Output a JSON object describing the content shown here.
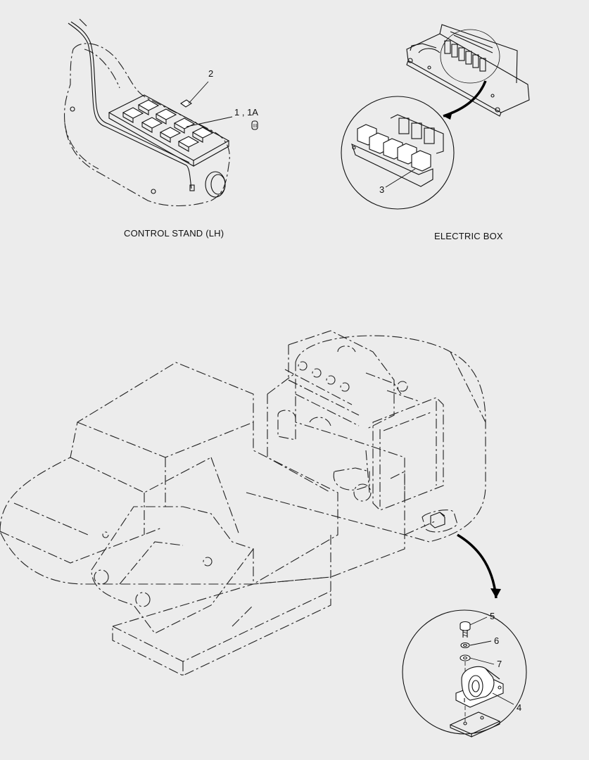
{
  "captions": {
    "control_stand": "CONTROL STAND (LH)",
    "electric_box": "ELECTRIC BOX"
  },
  "callouts": {
    "item_2": "2",
    "item_1_1a": "1 , 1A",
    "item_3": "3",
    "item_5": "5",
    "item_6": "6",
    "item_7": "7",
    "item_4": "4"
  },
  "colors": {
    "background": "#ececec",
    "line": "#111111",
    "leader_thick": "#000000"
  }
}
